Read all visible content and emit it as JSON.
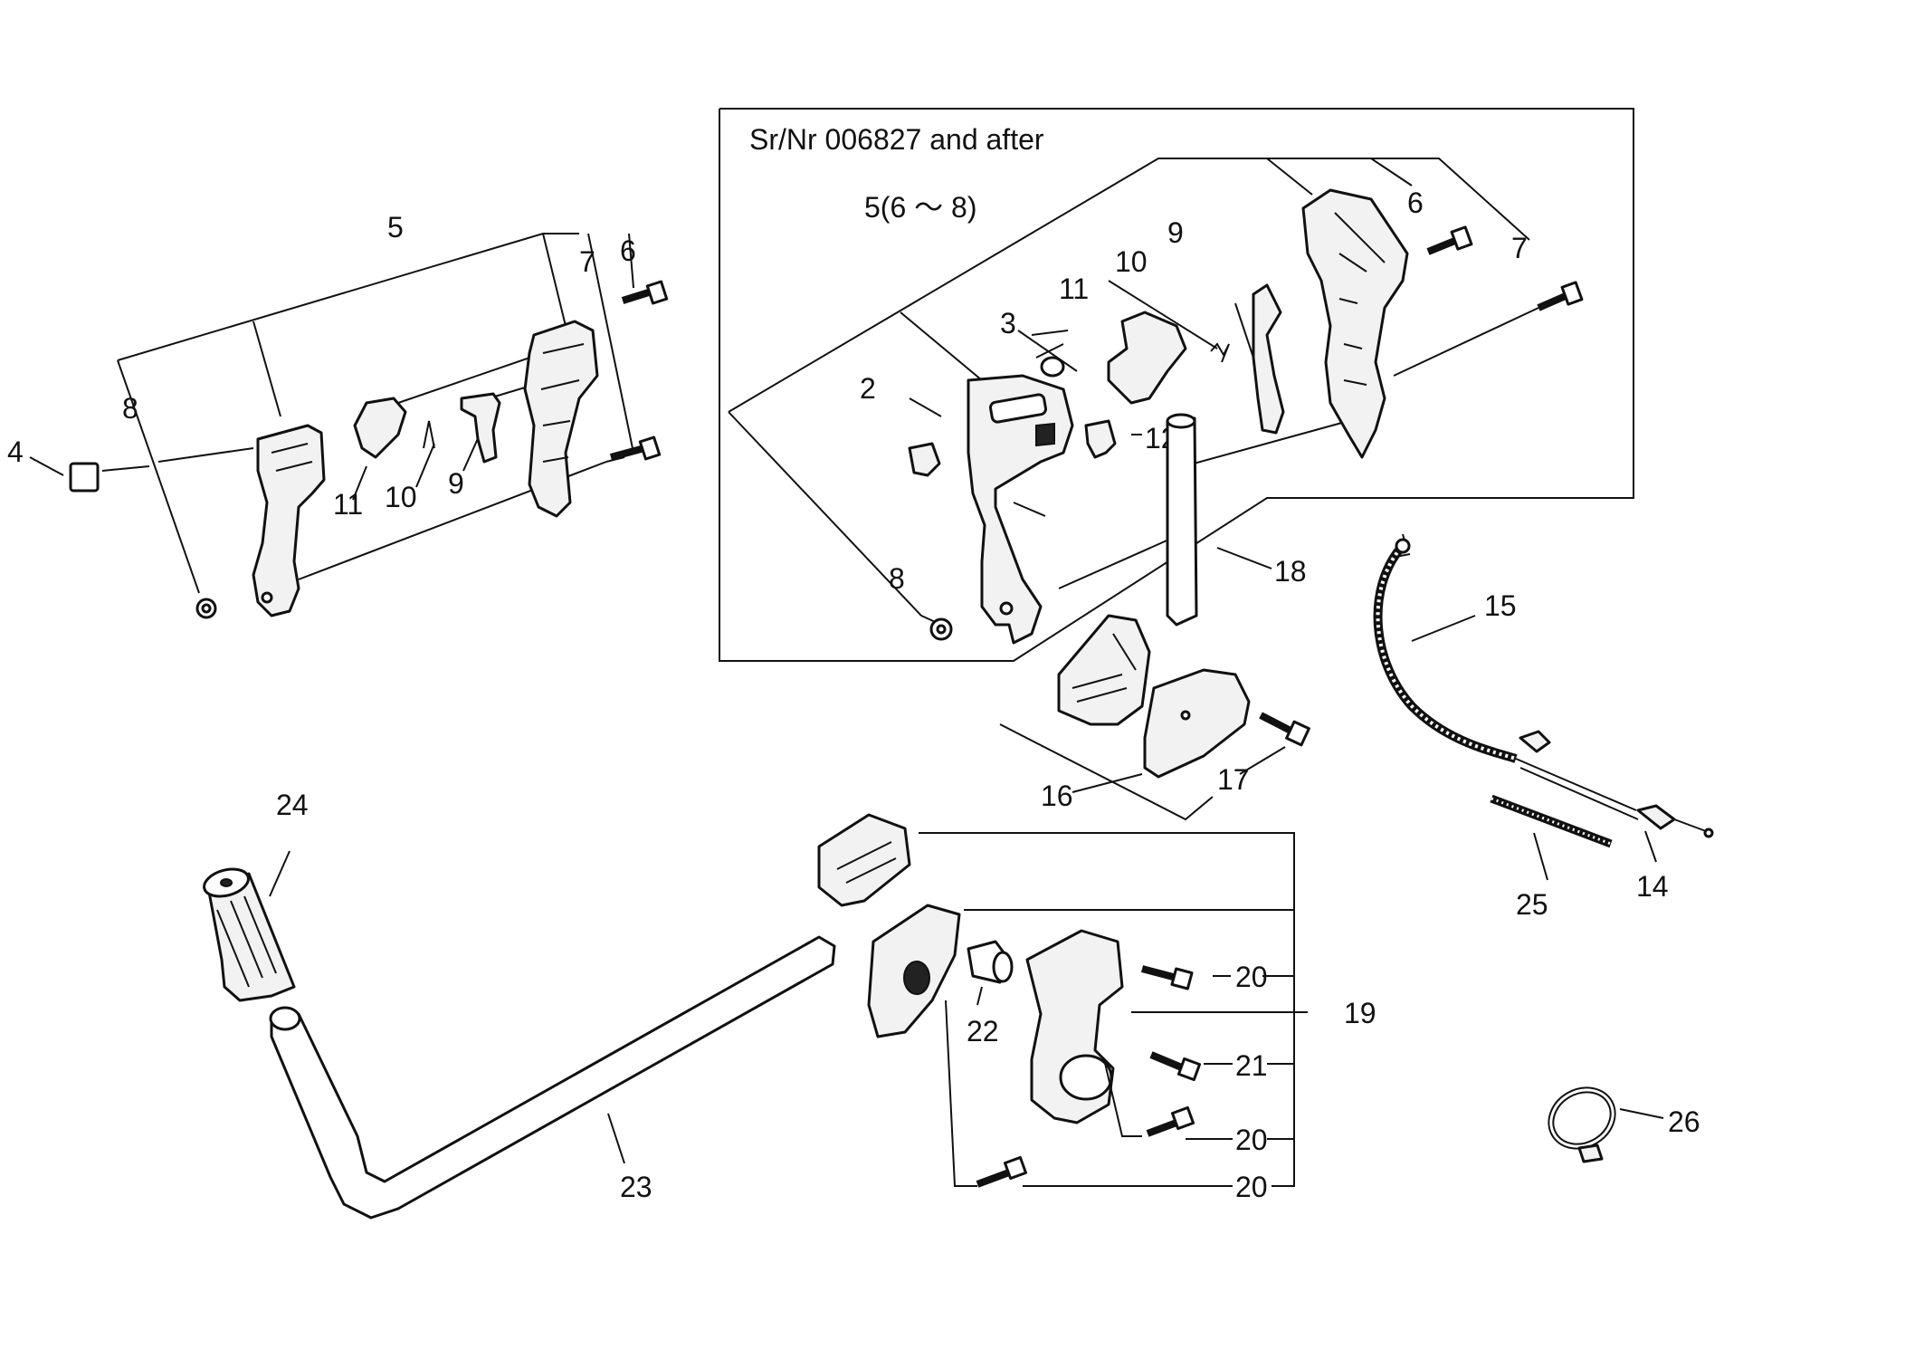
{
  "inset": {
    "title": "Sr/Nr 006827 and after"
  },
  "labels": {
    "l_5": "5",
    "l_6": "6",
    "l_7": "7",
    "l_8": "8",
    "l_4": "4",
    "l_11": "11",
    "l_10": "10",
    "l_9": "9",
    "i_5": "5(6 ～ 8)",
    "i_11": "11",
    "i_10": "10",
    "i_9": "9",
    "i_3": "3",
    "i_2": "2",
    "i_12": "12",
    "i_6": "6",
    "i_7": "7",
    "i_8": "8",
    "r_18": "18",
    "r_15": "15",
    "r_16": "16",
    "r_17": "17",
    "r_25": "25",
    "r_14": "14",
    "r_24": "24",
    "r_23": "23",
    "r_22": "22",
    "r_19": "19",
    "r_20a": "20",
    "r_21": "21",
    "r_20b": "20",
    "r_20c": "20",
    "r_26": "26"
  }
}
